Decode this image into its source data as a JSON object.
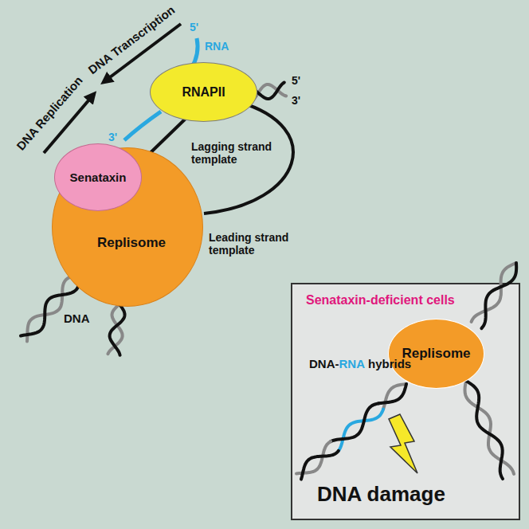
{
  "diagram": {
    "nodes": [
      {
        "text": [
          "RNAPII"
        ]
      },
      {
        "text": [
          "Senataxin"
        ]
      },
      {
        "text": [
          "Replisome"
        ]
      },
      {
        "text": [
          "Senataxin-deficient cells"
        ]
      },
      {
        "text": [
          "Replisome"
        ],
        "in": 3
      }
    ],
    "labels": [
      "DNA Transcription",
      "5'",
      "RNA",
      "5'",
      "3'",
      "DNA Replication",
      "3'",
      "Lagging strand template",
      "Leading strand template",
      "DNA",
      "DNA-",
      "RNA",
      "hybrids",
      "DNA damage"
    ]
  }
}
